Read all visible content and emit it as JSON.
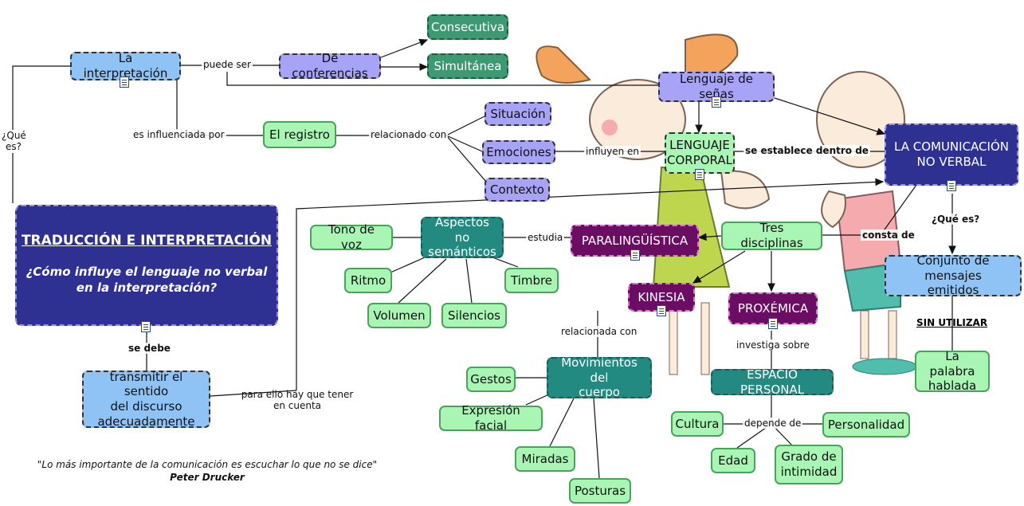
{
  "nodes": {
    "interpretacion": "La interpretación",
    "de_conferencias": "De conferencias",
    "consecutiva": "Consecutiva",
    "simultanea": "Simultánea",
    "registro": "El registro",
    "situacion": "Situación",
    "emociones": "Emociones",
    "contexto": "Contexto",
    "lenguaje_senas": "Lenguaje de señas",
    "lenguaje_corporal": "LENGUAJE\nCORPORAL",
    "comunicacion_no_verbal": "LA COMUNICACIÓN\nNO VERBAL",
    "traduccion_title": "TRADUCCIÓN E INTERPRETACIÓN",
    "traduccion_question": "¿Cómo influye el lenguaje no verbal\nen la interpretación?",
    "transmitir": "transmitir el sentido\ndel discurso\nadecuadamente",
    "tono_voz": "Tono de voz",
    "aspectos": "Aspectos no\nsemánticos",
    "ritmo": "Ritmo",
    "timbre": "Timbre",
    "volumen": "Volumen",
    "silencios": "Silencios",
    "paralinguistica": "PARALINGÜÍSTICA",
    "tres_disciplinas": "Tres disciplinas",
    "kinesia": "KINESIA",
    "proxemica": "PROXÉMICA",
    "conjunto": "Conjunto de mensajes\nemitidos",
    "palabra_hablada": "La palabra\nhablada",
    "movimientos": "Movimientos del\ncuerpo",
    "gestos": "Gestos",
    "expresion": "Expresión facial",
    "miradas": "Miradas",
    "posturas": "Posturas",
    "espacio_personal": "ESPACIO PERSONAL",
    "cultura": "Cultura",
    "personalidad": "Personalidad",
    "edad": "Edad",
    "grado_intimidad": "Grado de\nintimidad"
  },
  "links": {
    "puede_ser": "puede ser",
    "que_es_left": "¿Qué\nes?",
    "influenciada": "es influenciada por",
    "relacionado_con": "relacionado con",
    "influyen_en": "influyen en",
    "se_establece": "se establece dentro de",
    "que_es_right": "¿Qué es?",
    "consta_de": "consta de",
    "sin_utilizar": "SIN UTILIZAR",
    "estudia": "estudia",
    "se_debe": "se debe",
    "para_ello": "para ello hay que tener\nen cuenta",
    "relacionada_con": "relacionada con",
    "investiga_sobre": "investiga sobre",
    "depende_de": "depende de"
  },
  "quote": {
    "text": "\"Lo más importante de la comunicación es escuchar lo que no se dice\"",
    "author": "Peter Drucker"
  },
  "colors": {
    "blue": "#8fc3f5",
    "purple": "#a7a3f7",
    "mint": "#a8f5b4",
    "teal": "#238a82",
    "navy": "#2e3192",
    "plum": "#6a0d63"
  }
}
